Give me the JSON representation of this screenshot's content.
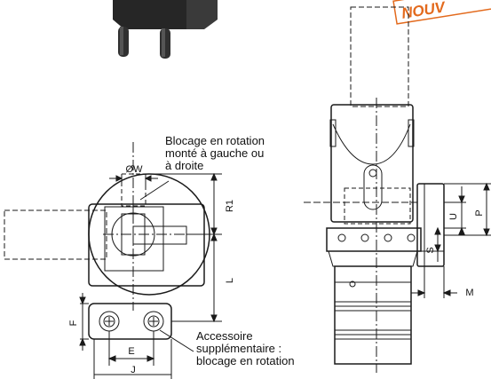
{
  "badge": "NOUV",
  "callouts": {
    "rotation_lock": [
      "Blocage en rotation",
      "monté à gauche ou",
      "à droite"
    ],
    "accessory": [
      "Accessoire",
      "supplémentaire :",
      "blocage en rotation"
    ]
  },
  "dimensions": {
    "w": "ØW",
    "r1": "R1",
    "l": "L",
    "f": "F",
    "e": "E",
    "j": "J",
    "p": "P",
    "u": "U",
    "s": "S",
    "m": "M"
  },
  "colors": {
    "line": "#1a1a1a",
    "accent": "#e36a1d",
    "photo": "#2b2b2b"
  }
}
